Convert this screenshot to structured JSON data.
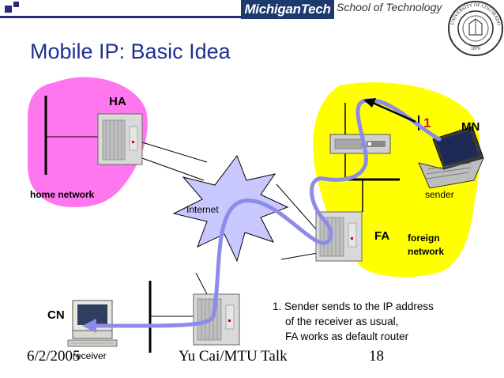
{
  "header": {
    "logo_text": "MichiganTech",
    "school_text": "School of Technology",
    "seal_text": "UNIVERSITY OF COLORADO 1876",
    "colors": {
      "title": "#1f2f8f",
      "logo_bg": "#1c3a6e",
      "accent_red": "#c0202a"
    }
  },
  "slide": {
    "title": "Mobile IP: Basic Idea"
  },
  "diagram": {
    "ha_label": "HA",
    "home_network_label": "home network",
    "internet_label": "Internet",
    "mn_label": "MN",
    "step_number": "1",
    "sender_label": "sender",
    "fa_label": "FA",
    "foreign_network_line1": "foreign",
    "foreign_network_line2": "network",
    "cn_label": "CN",
    "receiver_label": "receiver",
    "colors": {
      "home_network": "#ff77ee",
      "foreign_network": "#ffff00",
      "path": "#8c8ce8",
      "cloud": "#c8c8ff"
    }
  },
  "notes": {
    "line1": "1. Sender sends to the IP address",
    "line2": "of the receiver as usual,",
    "line3": "FA works as default router"
  },
  "footer": {
    "date": "6/2/2005",
    "talk": "Yu Cai/MTU Talk",
    "page": "18"
  }
}
